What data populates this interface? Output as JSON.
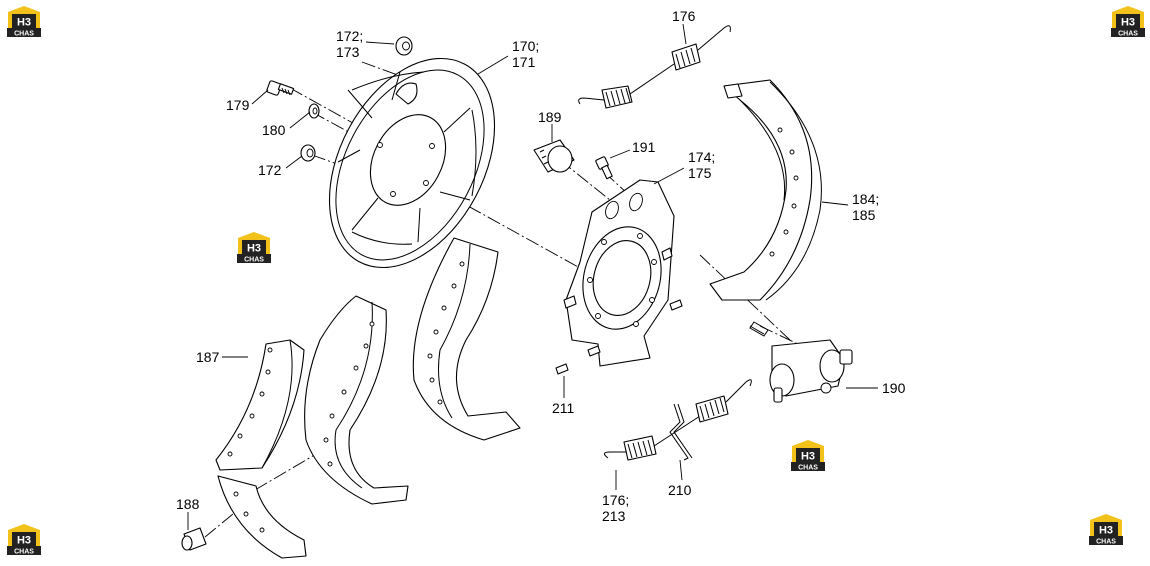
{
  "diagram": {
    "logo": {
      "mark": "H3",
      "caption": "CHAS"
    },
    "labels": {
      "p172_173": [
        "172;",
        "173"
      ],
      "p170_171": [
        "170;",
        "171"
      ],
      "p176_top": [
        "176"
      ],
      "p179": [
        "179"
      ],
      "p180": [
        "180"
      ],
      "p172": [
        "172"
      ],
      "p189": [
        "189"
      ],
      "p191": [
        "191"
      ],
      "p174_175": [
        "174;",
        "175"
      ],
      "p184_185": [
        "184;",
        "185"
      ],
      "p187": [
        "187"
      ],
      "p211": [
        "211"
      ],
      "p190": [
        "190"
      ],
      "p188": [
        "188"
      ],
      "p176_213": [
        "176;",
        "213"
      ],
      "p210": [
        "210"
      ]
    }
  }
}
